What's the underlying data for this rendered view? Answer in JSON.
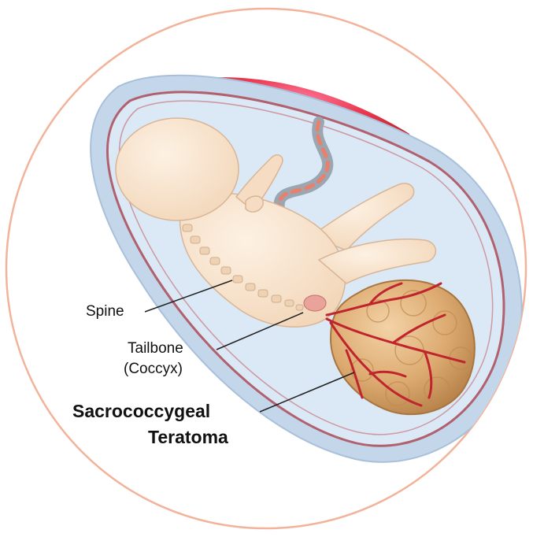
{
  "labels": {
    "spine": "Spine",
    "tailbone_line1": "Tailbone",
    "tailbone_line2": "(Coccyx)",
    "teratoma_line1": "Sacrococcygeal",
    "teratoma_line2": "Teratoma"
  },
  "colors": {
    "frame_ring": "#f2b39a",
    "uterus_wall": "#b9cfe6",
    "amniotic_fluid": "#dbe8f5",
    "membrane_line": "#b0616d",
    "placenta": "#e8334a",
    "fetus_skin": "#f7e0c8",
    "tumor": "#d9a66a",
    "vessels": "#c0242c",
    "leader_line": "#222222"
  }
}
